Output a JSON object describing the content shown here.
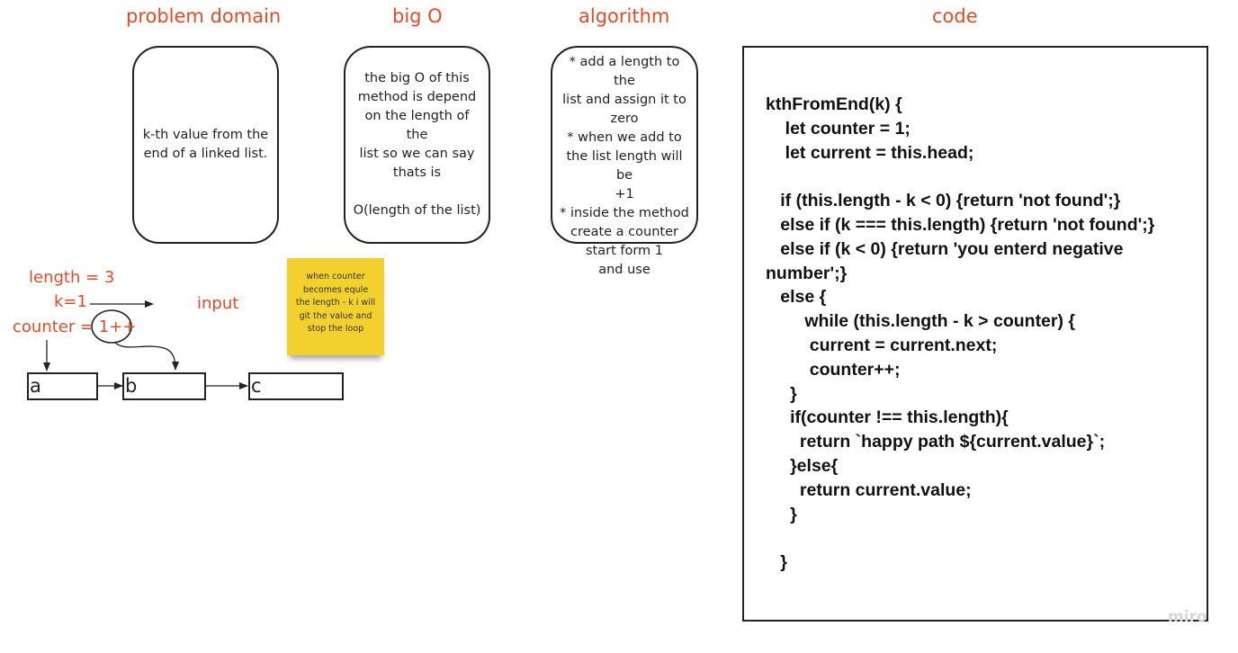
{
  "headers": {
    "problem_domain": "problem domain",
    "big_o": "big O",
    "algorithm": "algorithm",
    "code": "code"
  },
  "cards": {
    "problem_domain": "k-th value from the\nend of a linked list.",
    "big_o": "the big O of this\nmethod is depend\non the length of the\nlist so we can say\nthats is\n\nO(length of the list)",
    "algorithm": "* add a length to the\nlist and assign it to\nzero\n* when we add to\nthe list length will be\n+1\n* inside the method\ncreate a counter\nstart form 1\nand use"
  },
  "code_text": "kthFromEnd(k) {\n    let counter = 1;\n    let current = this.head;\n\n   if (this.length - k < 0) {return 'not found';}\n   else if (k === this.length) {return 'not found';}\n   else if (k < 0) {return 'you enterd negative\nnumber';}\n   else {\n        while (this.length - k > counter) {\n         current = current.next;\n         counter++;\n     }\n     if(counter !== this.length){\n       return `happy path ${current.value}`;\n     }else{\n       return current.value;\n     }\n\n   }",
  "diagram": {
    "length_label": "length = 3",
    "k_label": "k=1",
    "counter_label": "counter = ",
    "counter_value": "1++",
    "input_label": "input",
    "nodes": [
      "a",
      "b",
      "c"
    ]
  },
  "sticky_note": "when counter\nbecomes equle\nthe length - k i will\ngit the value and\nstop the loop",
  "watermark": "miro",
  "colors": {
    "accent": "#e24b26",
    "sticky": "#f2d02e",
    "stroke": "#222222"
  }
}
